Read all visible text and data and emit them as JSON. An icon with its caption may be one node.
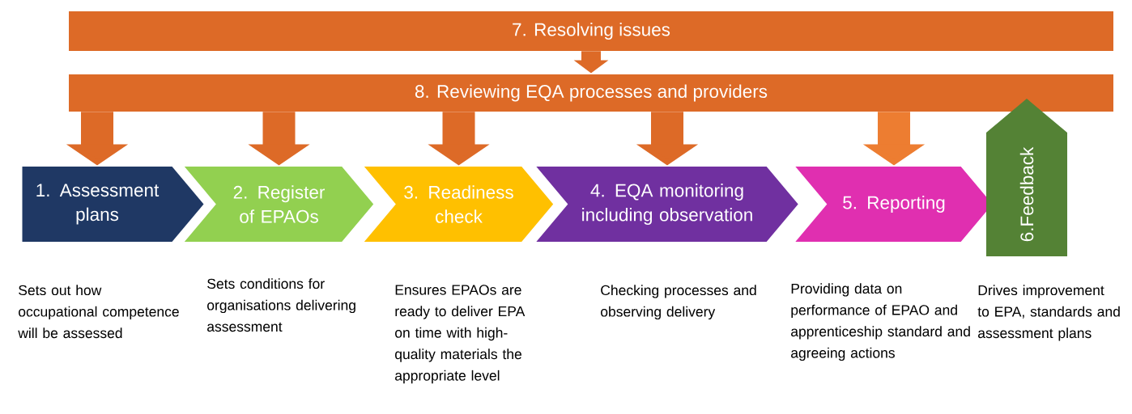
{
  "diagram": {
    "nodes": [
      {
        "text": [
          "7. Resolving issues"
        ]
      },
      {
        "text": [
          "8. Reviewing EQA processes and providers"
        ]
      },
      {
        "text": [
          "1. Assessment plans"
        ],
        "beside": [
          "Sets out how occupational competence will be assessed"
        ]
      },
      {
        "text": [
          "2. Register of EPAOs"
        ],
        "beside": [
          "Sets conditions for organisations delivering assessment"
        ]
      },
      {
        "text": [
          "3. Readiness check"
        ],
        "beside": [
          "Ensures EPAOs are ready to deliver EPA on time with high-quality materials the appropriate level"
        ]
      },
      {
        "text": [
          "4. EQA monitoring including observation"
        ],
        "beside": [
          "Checking processes and observing delivery"
        ]
      },
      {
        "text": [
          "5. Reporting"
        ],
        "beside": [
          "Providing data on performance of EPAO and apprenticeship standard and agreeing actions"
        ]
      },
      {
        "text": [
          "6.Feedback"
        ],
        "beside": [
          "Drives improvement to EPA, standards and assessment plans"
        ]
      }
    ],
    "edges": [
      {
        "from": 0,
        "to": 1,
        "arrow": "to"
      },
      {
        "from": 1,
        "to": 2,
        "arrow": "to"
      },
      {
        "from": 1,
        "to": 3,
        "arrow": "to"
      },
      {
        "from": 1,
        "to": 4,
        "arrow": "to"
      },
      {
        "from": 1,
        "to": 5,
        "arrow": "to"
      },
      {
        "from": 1,
        "to": 6,
        "arrow": "to",
        "color": "#ed7d31"
      }
    ]
  }
}
